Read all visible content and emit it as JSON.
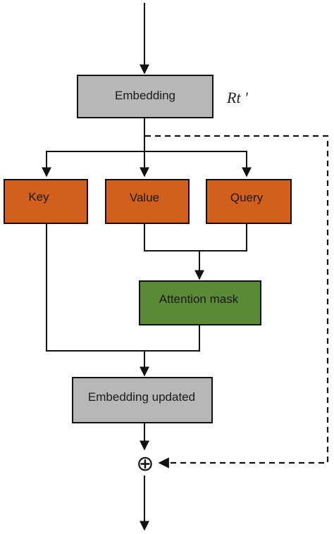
{
  "colors": {
    "gray": "#b7b7b7",
    "orange": "#d0601c",
    "green": "#5a8a35",
    "stroke": "#111111"
  },
  "nodes": {
    "embedding": "Embedding",
    "key": "Key",
    "value": "Value",
    "query": "Query",
    "attention_mask": "Attention mask",
    "embedding_updated": "Embedding updated"
  },
  "annotation": "Rt ′",
  "operator": "⊕"
}
